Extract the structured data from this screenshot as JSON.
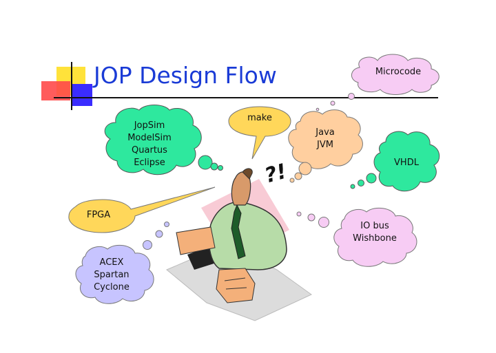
{
  "slide": {
    "title": "JOP Design Flow"
  },
  "bubbles": {
    "microcode": "Microcode",
    "make": "make",
    "tools": [
      "JopSim",
      "ModelSim",
      "Quartus",
      "Eclipse"
    ],
    "java": [
      "Java",
      "JVM"
    ],
    "vhdl": "VHDL",
    "fpga": "FPGA",
    "iobus": [
      "IO bus",
      "Wishbone"
    ],
    "devices": [
      "ACEX",
      "Spartan",
      "Cyclone"
    ],
    "question": "?!"
  },
  "colors": {
    "title": "#1a3bd6",
    "microcode_fill": "#f7ccf4",
    "make_fill": "#ffd75a",
    "tools_fill": "#2ee89e",
    "java_fill": "#ffcf9f",
    "vhdl_fill": "#2ee89e",
    "fpga_fill": "#ffd75a",
    "iobus_fill": "#f7ccf4",
    "devices_fill": "#c7c4ff"
  }
}
